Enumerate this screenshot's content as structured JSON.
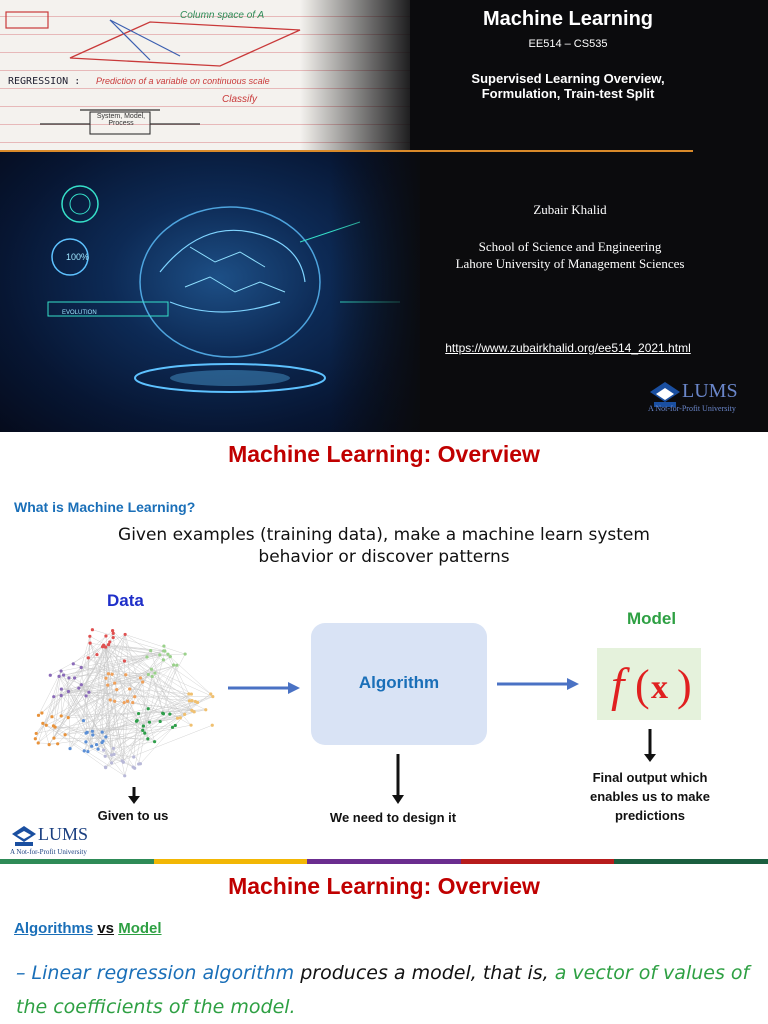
{
  "slide1": {
    "title": "Machine Learning",
    "course": "EE514 – CS535",
    "subtitle_line1": "Supervised Learning Overview,",
    "subtitle_line2": "Formulation, Train-test Split",
    "author": "Zubair Khalid",
    "school_line1": "School of Science and Engineering",
    "school_line2": "Lahore University of Management Sciences",
    "url": "https://www.zubairkhalid.org/ee514_2021.html",
    "logo_text": "LUMS",
    "logo_tagline": "A Not-for-Profit University",
    "notes_text": {
      "regression": "REGRESSION :",
      "prediction": "Prediction of a variable on continuous scale",
      "column_space": "Column space of A",
      "system": "System, Model, Process",
      "classify": "Classify"
    },
    "brain_text": {
      "percent": "100%",
      "evolution": "EVOLUTION"
    }
  },
  "slide2": {
    "title": "Machine Learning: Overview",
    "question": "What is Machine Learning?",
    "statement_line1": "Given examples (training data), make a machine learn system",
    "statement_line2": "behavior or discover patterns",
    "data_label": "Data",
    "algorithm_label": "Algorithm",
    "model_label": "Model",
    "model_formula": {
      "f": "f",
      "x": "x"
    },
    "given_caption": "Given to us",
    "design_caption": "We need to design it",
    "output_caption_line1": "Final output which",
    "output_caption_line2": "enables us to make",
    "output_caption_line3": "predictions",
    "logo_text": "LUMS",
    "logo_tagline": "A Not-for-Profit University",
    "stripe_colors": [
      "#2e8b57",
      "#f2b705",
      "#6b2d8f",
      "#b71c1c",
      "#1a5f3f"
    ]
  },
  "slide3": {
    "title": "Machine Learning: Overview",
    "subhead_algorithms": "Algorithms",
    "subhead_vs": "vs",
    "subhead_model": "Model",
    "bullet_dash": "–",
    "bullet_part1": "Linear regression algorithm",
    "bullet_part2": " produces a model, that is, ",
    "bullet_part3": "a vector of values of the coefficients of the model."
  },
  "colors": {
    "title_red": "#c00000",
    "accent_blue": "#1a6fb8",
    "data_blue": "#1f2fc9",
    "model_green": "#2ea043",
    "algo_box": "#d9e3f5",
    "model_box": "#e5f2dc"
  }
}
